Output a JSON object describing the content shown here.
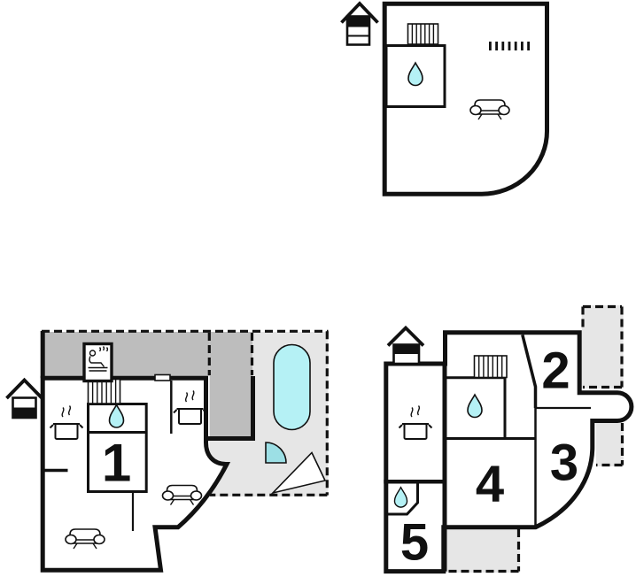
{
  "colors": {
    "ink": "#111111",
    "water": "#b5f1f5",
    "door": "#9cdfe5",
    "terrace_dark": "#bdbdbd",
    "terrace_light": "#e6e6e6"
  },
  "plans": {
    "upper": {
      "icons": [
        "entrance-house",
        "radiator",
        "water-drop",
        "railing",
        "sofa"
      ]
    },
    "main": {
      "rooms": [
        {
          "label": "1"
        }
      ]
    },
    "lower": {
      "rooms": [
        {
          "label": "2"
        },
        {
          "label": "3"
        },
        {
          "label": "4"
        },
        {
          "label": "5"
        }
      ]
    }
  }
}
